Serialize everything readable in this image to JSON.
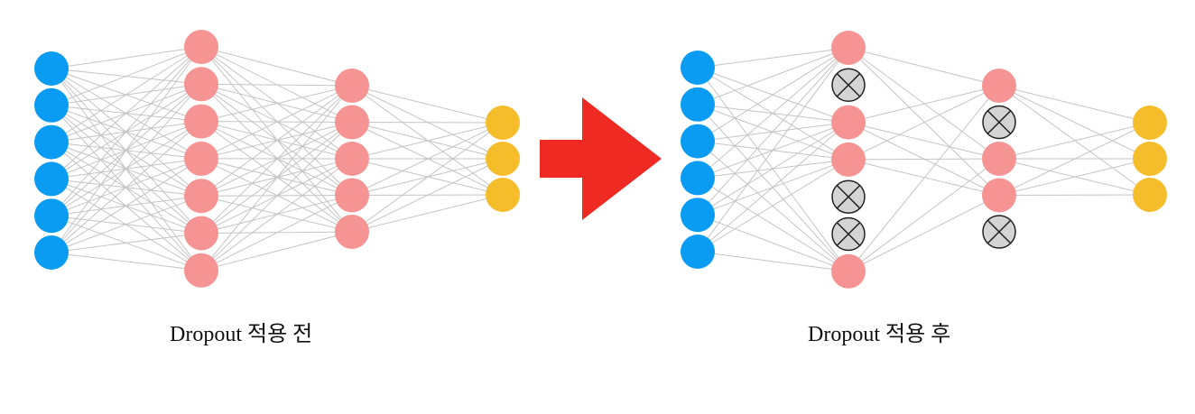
{
  "before": {
    "caption": "Dropout 적용 전",
    "layers": [
      {
        "role": "input",
        "color": "#0a9cf2",
        "nodes": 6
      },
      {
        "role": "hidden",
        "color": "#f59492",
        "nodes": 7
      },
      {
        "role": "hidden",
        "color": "#f59492",
        "nodes": 5
      },
      {
        "role": "output",
        "color": "#f6bd2b",
        "nodes": 3
      }
    ]
  },
  "after": {
    "caption": "Dropout 적용 후",
    "layers": [
      {
        "role": "input",
        "color": "#0a9cf2",
        "dropped": [
          false,
          false,
          false,
          false,
          false,
          false
        ]
      },
      {
        "role": "hidden",
        "color": "#f59492",
        "dropped": [
          false,
          true,
          false,
          false,
          true,
          true,
          false
        ]
      },
      {
        "role": "hidden",
        "color": "#f59492",
        "dropped": [
          false,
          true,
          false,
          false,
          true
        ]
      },
      {
        "role": "output",
        "color": "#f6bd2b",
        "dropped": [
          false,
          false,
          false
        ]
      }
    ]
  },
  "arrow": {
    "color": "#ee2a22"
  },
  "colors": {
    "edge": "#c4c4c4",
    "dropped_fill": "#d4d4d4",
    "dropped_stroke": "#222222"
  }
}
